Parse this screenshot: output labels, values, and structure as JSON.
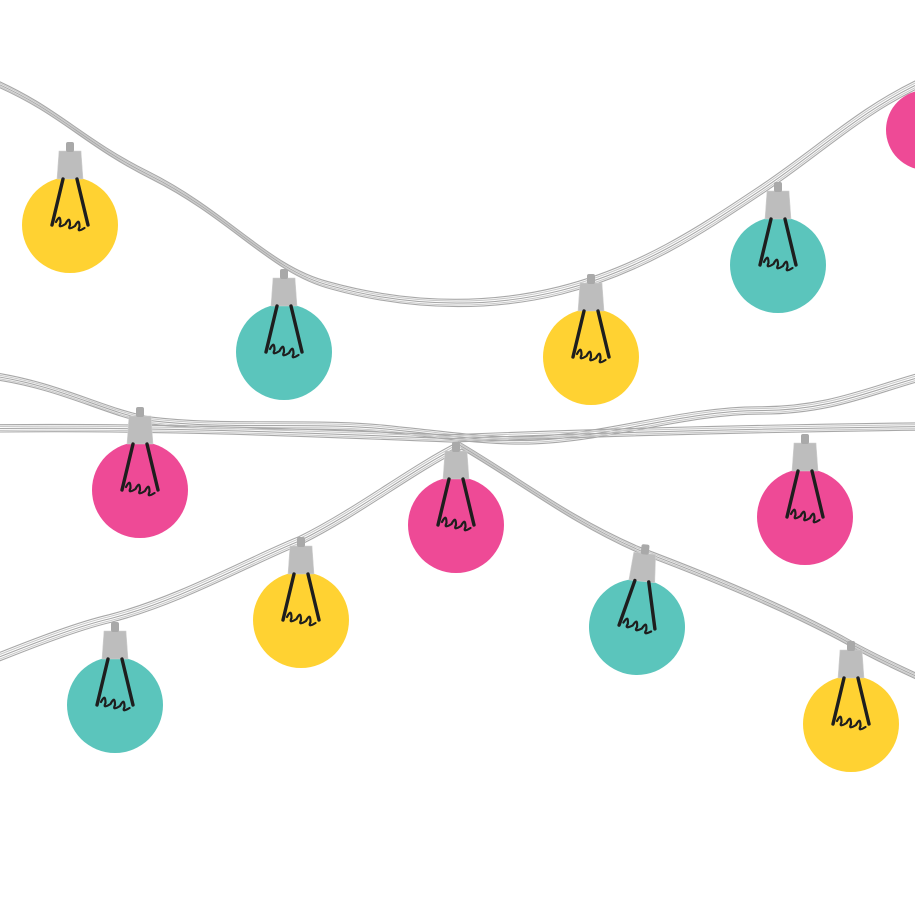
{
  "colors": {
    "background": "#ffffff",
    "wire": "#c9c9c9",
    "wire_dark": "#a8a8a8",
    "socket": "#bdbdbd",
    "socket_tip": "#a9a9a9",
    "filament": "#1e1e1e",
    "yellow": "#ffd232",
    "teal": "#5bc5bc",
    "pink": "#ee4a96"
  },
  "scene": {
    "subject": "string lights",
    "strands": 3,
    "bulbs": [
      {
        "id": "bulb-1",
        "color": "yellow"
      },
      {
        "id": "bulb-2",
        "color": "teal"
      },
      {
        "id": "bulb-3",
        "color": "yellow"
      },
      {
        "id": "bulb-4",
        "color": "teal"
      },
      {
        "id": "bulb-5",
        "color": "pink"
      },
      {
        "id": "bulb-6",
        "color": "pink"
      },
      {
        "id": "bulb-7",
        "color": "pink"
      },
      {
        "id": "bulb-8",
        "color": "pink"
      },
      {
        "id": "bulb-9",
        "color": "yellow"
      },
      {
        "id": "bulb-10",
        "color": "teal"
      },
      {
        "id": "bulb-11",
        "color": "teal"
      },
      {
        "id": "bulb-12",
        "color": "yellow"
      }
    ]
  }
}
